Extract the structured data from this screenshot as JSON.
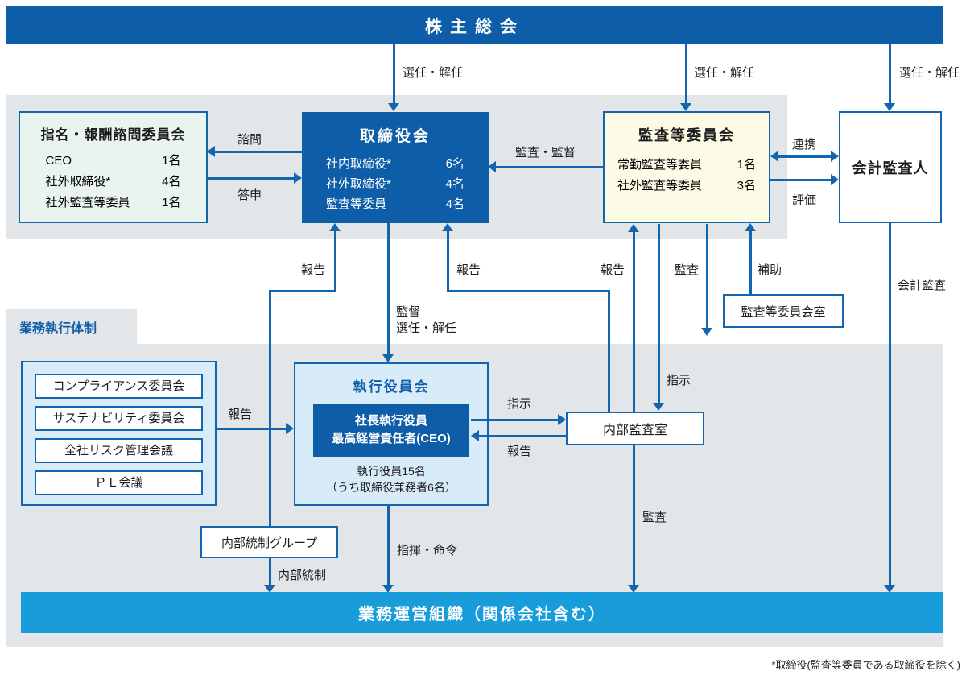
{
  "palette": {
    "deep_blue": "#0d5da9",
    "line_blue": "#1465b0",
    "band_gray": "#e3e6e9",
    "cream": "#fcfbe5",
    "pale_green": "#eaf4ee",
    "pale_blue": "#d8ebf8",
    "bright_blue": "#189dda"
  },
  "shareholders_bar": {
    "title": "株主総会"
  },
  "edge_labels": {
    "appoint_dismiss": "選任・解任",
    "consult": "諮問",
    "report_answer": "答申",
    "audit_supervise": "監査・監督",
    "cooperation": "連携",
    "evaluation": "評価",
    "report": "報告",
    "audit": "監査",
    "assist": "補助",
    "supervise": "監督",
    "instruct": "指示",
    "accounting_audit": "会計監査",
    "internal_control": "内部統制",
    "command": "指揮・命令"
  },
  "nomination_committee": {
    "title": "指名・報酬諮問委員会",
    "members": [
      {
        "role": "CEO",
        "count": "1名"
      },
      {
        "role": "社外取締役*",
        "count": "4名"
      },
      {
        "role": "社外監査等委員",
        "count": "1名"
      }
    ]
  },
  "board_of_directors": {
    "title": "取締役会",
    "members": [
      {
        "role": "社内取締役*",
        "count": "6名"
      },
      {
        "role": "社外取締役*",
        "count": "4名"
      },
      {
        "role": "監査等委員",
        "count": "4名"
      }
    ]
  },
  "audit_committee": {
    "title": "監査等委員会",
    "members": [
      {
        "role": "常勤監査等委員",
        "count": "1名"
      },
      {
        "role": "社外監査等委員",
        "count": "3名"
      }
    ]
  },
  "accounting_auditor": {
    "title": "会計監査人"
  },
  "audit_committee_office": {
    "title": "監査等委員会室"
  },
  "execution_section": {
    "title": "業務執行体制"
  },
  "management_meetings": {
    "items": [
      "コンプライアンス委員会",
      "サステナビリティ委員会",
      "全社リスク管理会議",
      "ＰＬ会議"
    ]
  },
  "executive_officers_committee": {
    "title": "執行役員会",
    "ceo_line1": "社長執行役員",
    "ceo_line2": "最高経営責任者(CEO)",
    "note_line1": "執行役員15名",
    "note_line2": "（うち取締役兼務者6名）"
  },
  "internal_audit_office": {
    "title": "内部監査室"
  },
  "internal_control_group": {
    "title": "内部統制グループ"
  },
  "operations_bar": {
    "title": "業務運営組織（関係会社含む）"
  },
  "footnote": "*取締役(監査等委員である取締役を除く)"
}
